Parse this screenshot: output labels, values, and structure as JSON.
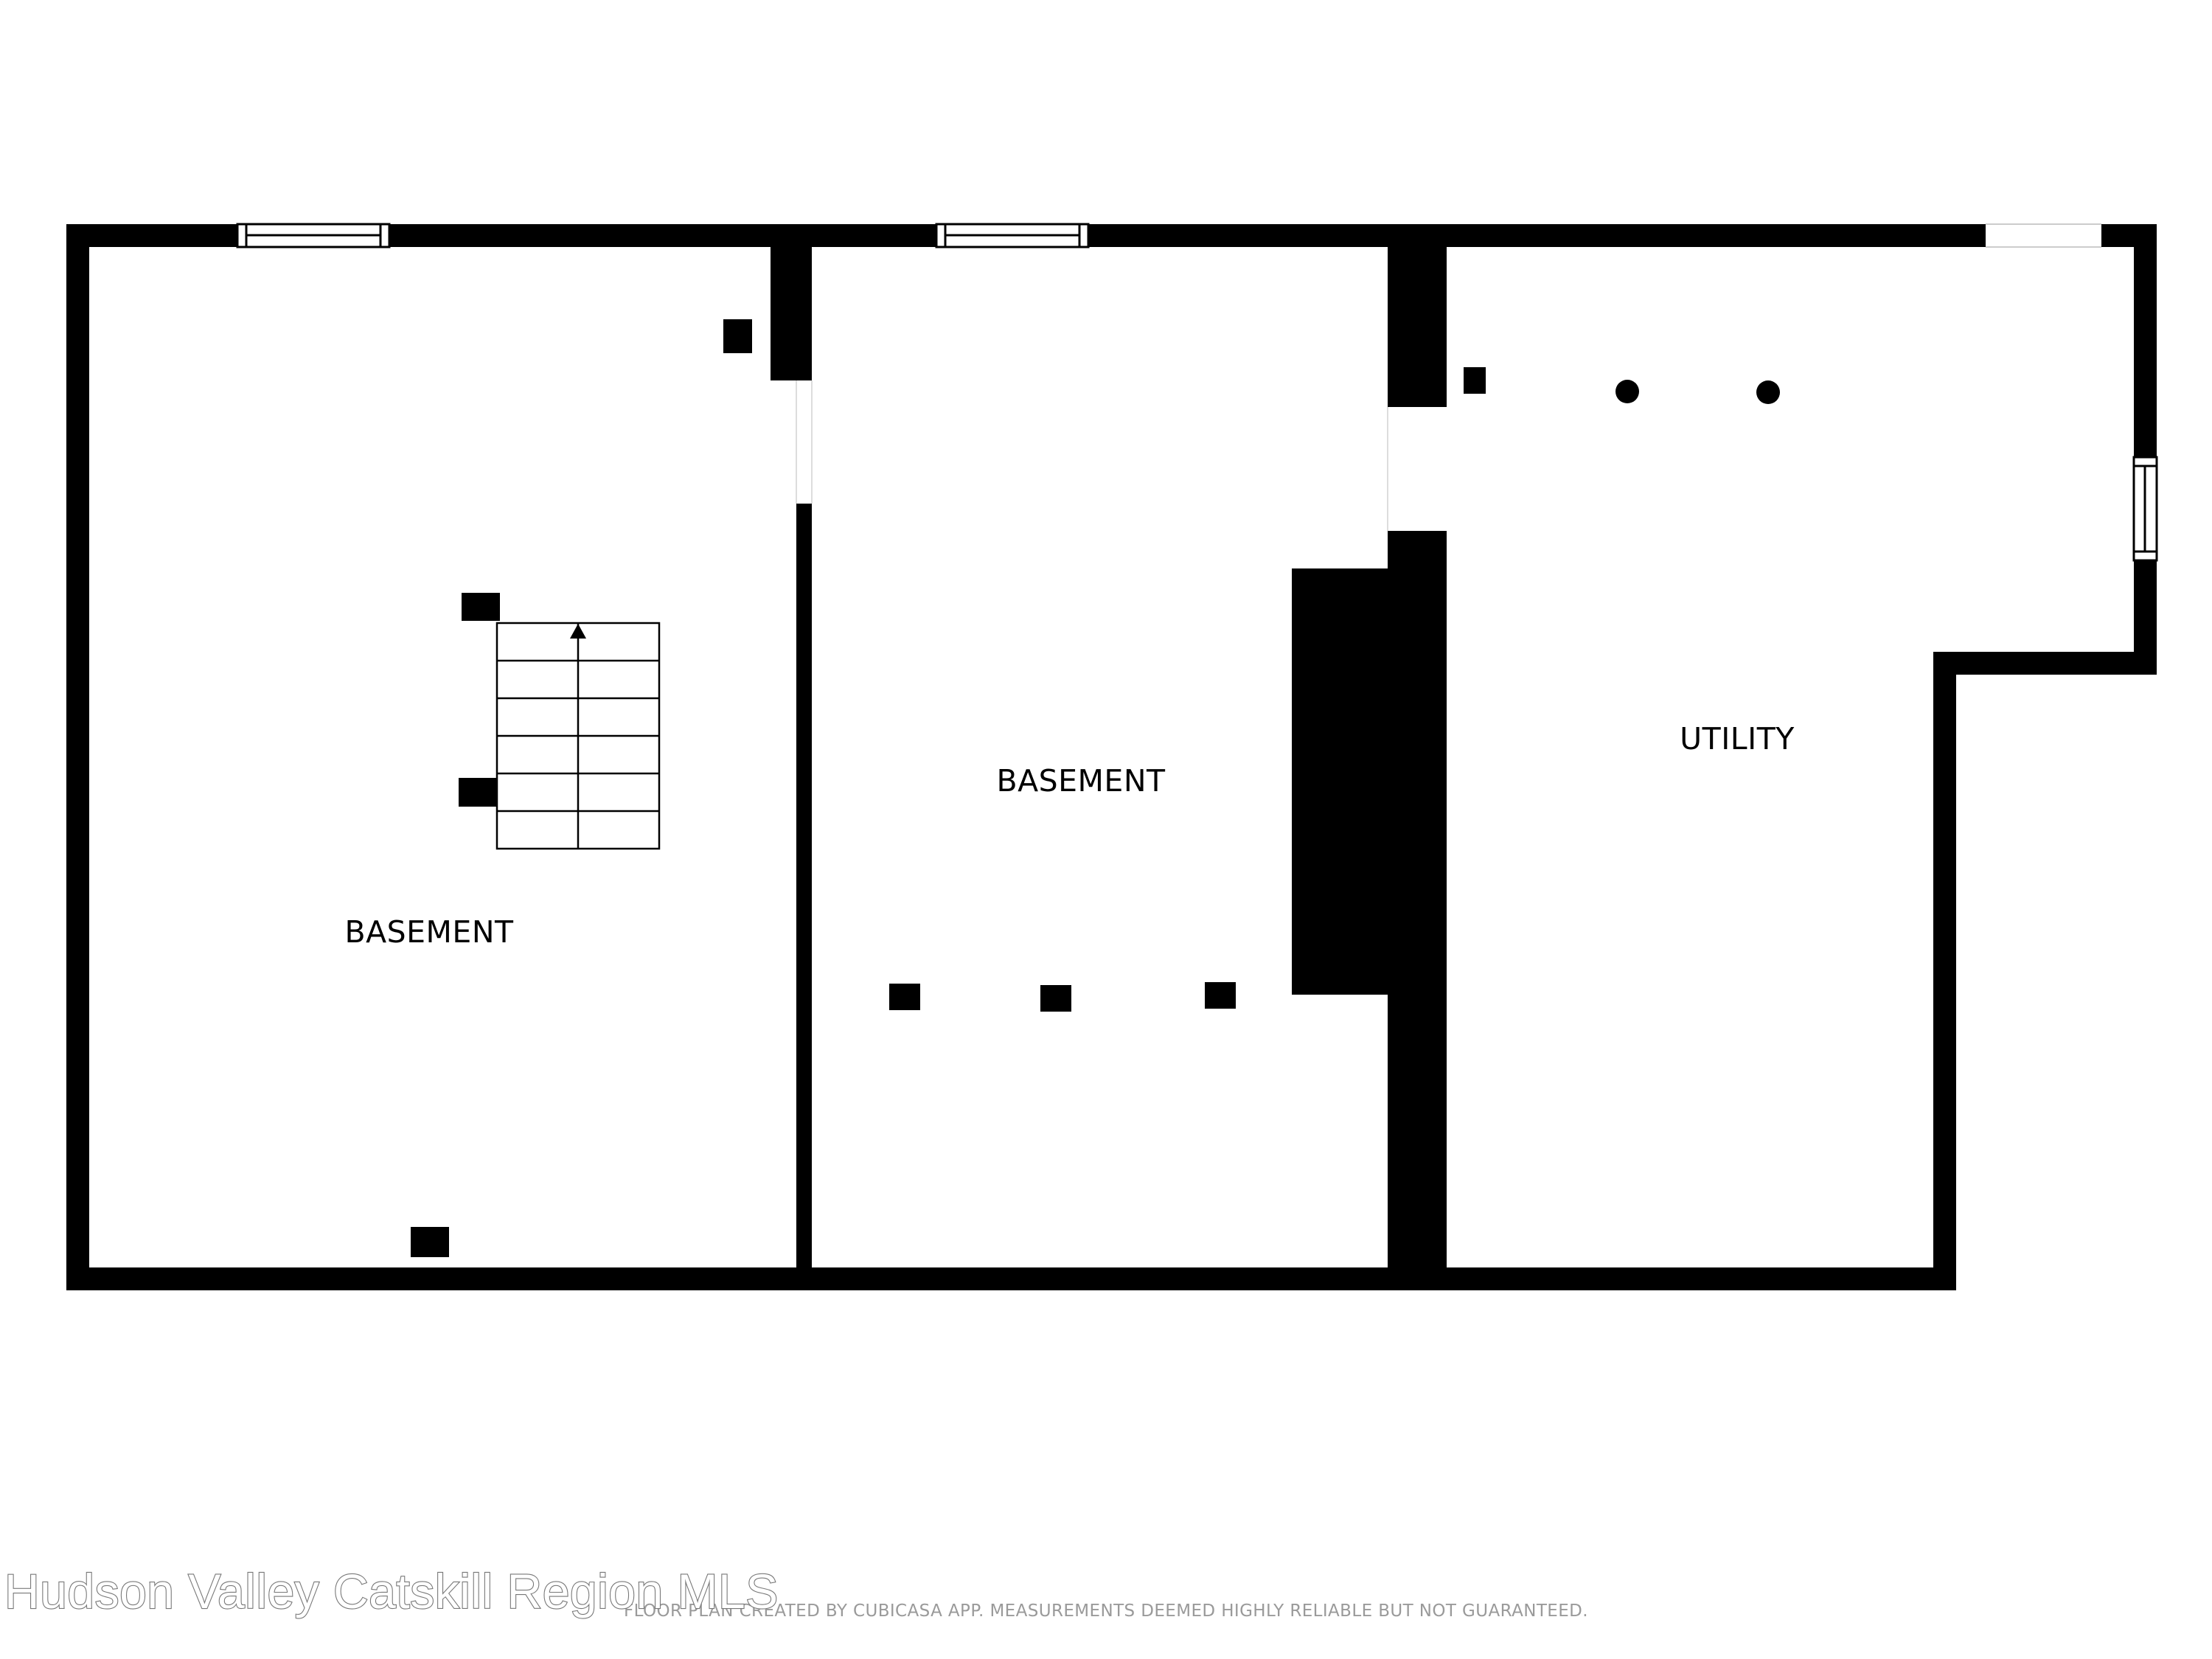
{
  "floor_plan": {
    "rooms": [
      {
        "id": "basement-west",
        "label": "BASEMENT"
      },
      {
        "id": "basement-center",
        "label": "BASEMENT"
      },
      {
        "id": "utility",
        "label": "UTILITY"
      }
    ],
    "stairs": {
      "direction": "up",
      "steps": 6
    },
    "colors": {
      "wall": "#000000",
      "background": "#ffffff",
      "disclaimer_text": "#9a9a9a",
      "watermark_outline": "#777777"
    },
    "icons": [
      "stair-up-arrow-icon",
      "support-column-icon",
      "round-post-icon",
      "window-icon"
    ]
  },
  "footer": {
    "disclaimer": "FLOOR PLAN CREATED BY CUBICASA APP. MEASUREMENTS DEEMED HIGHLY RELIABLE BUT NOT GUARANTEED.",
    "watermark": "Hudson Valley Catskill Region MLS"
  }
}
